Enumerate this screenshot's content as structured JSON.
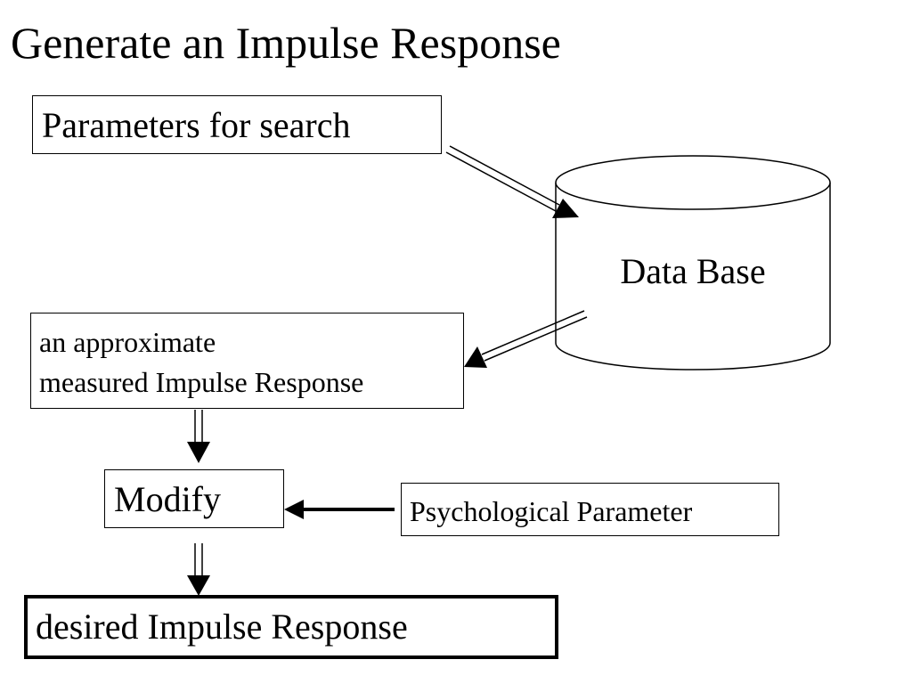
{
  "title": "Generate an Impulse Response",
  "nodes": {
    "parameters": "Parameters for search",
    "database": "Data Base",
    "approximate_line1": "an approximate",
    "approximate_line2": "measured Impulse Response",
    "modify": "Modify",
    "psychological": "Psychological Parameter",
    "desired": "desired Impulse Response"
  },
  "colors": {
    "stroke": "#000000",
    "background": "#ffffff"
  }
}
